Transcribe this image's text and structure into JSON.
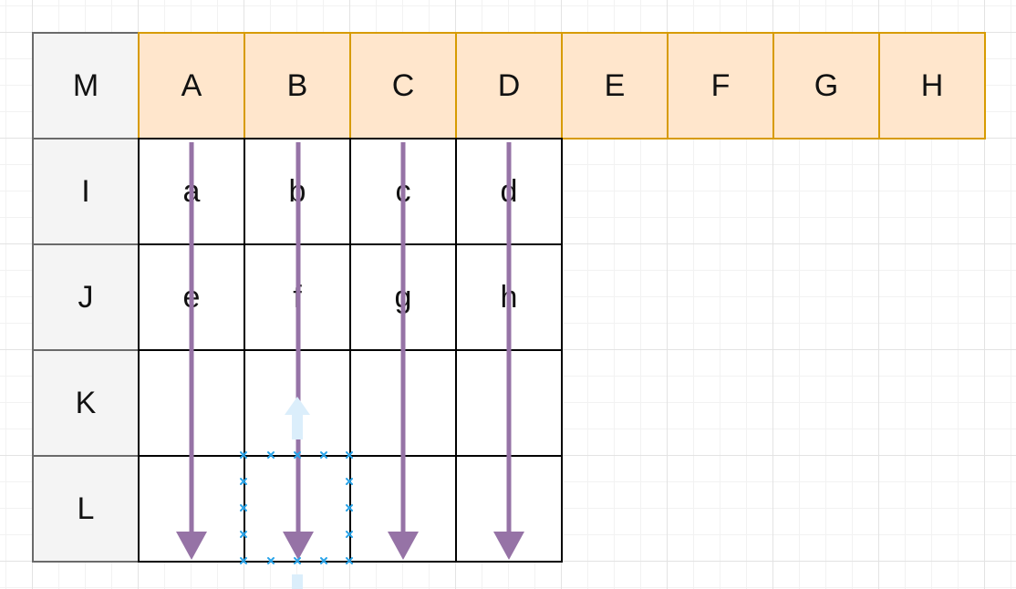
{
  "corner": "M",
  "columns": [
    "A",
    "B",
    "C",
    "D",
    "E",
    "F",
    "G",
    "H"
  ],
  "rows": [
    {
      "label": "I",
      "cells": [
        "a",
        "b",
        "c",
        "d"
      ]
    },
    {
      "label": "J",
      "cells": [
        "e",
        "f",
        "g",
        "h"
      ]
    },
    {
      "label": "K",
      "cells": [
        "",
        "",
        "",
        ""
      ]
    },
    {
      "label": "L",
      "cells": [
        "",
        "",
        "",
        ""
      ]
    }
  ],
  "colors": {
    "header_fill": "#ffe6cc",
    "header_border": "#d79b00",
    "row_header_fill": "#f4f4f4",
    "row_header_border": "#6a6a6a",
    "arrow": "#9673a6",
    "selection": "#29a3e8"
  }
}
